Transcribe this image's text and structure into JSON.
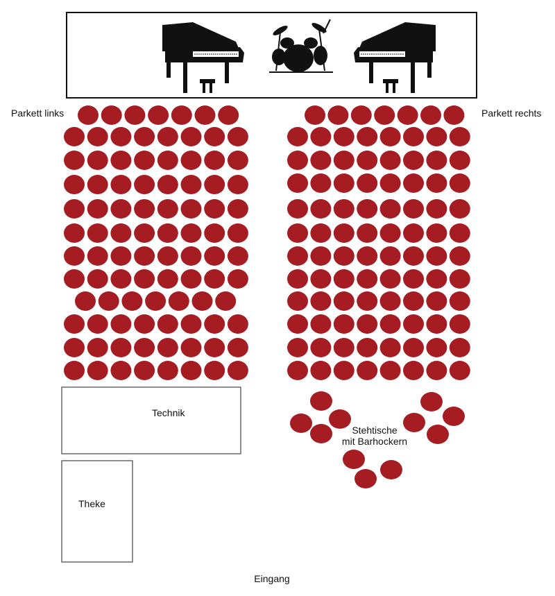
{
  "colors": {
    "seat": "#a51d22",
    "instrument": "#111111"
  },
  "stage": {
    "instruments": [
      {
        "name": "grand-piano-icon"
      },
      {
        "name": "drum-kit-icon"
      },
      {
        "name": "grand-piano-icon"
      }
    ]
  },
  "sections": {
    "parkett_links": {
      "label": "Parkett links"
    },
    "parkett_rechts": {
      "label": "Parkett rechts"
    }
  },
  "technik": {
    "label": "Technik"
  },
  "theke": {
    "label": "Theke"
  },
  "stehtische": {
    "label_line1": "Stehtische",
    "label_line2": "mit Barhockern"
  },
  "eingang": {
    "label": "Eingang"
  }
}
